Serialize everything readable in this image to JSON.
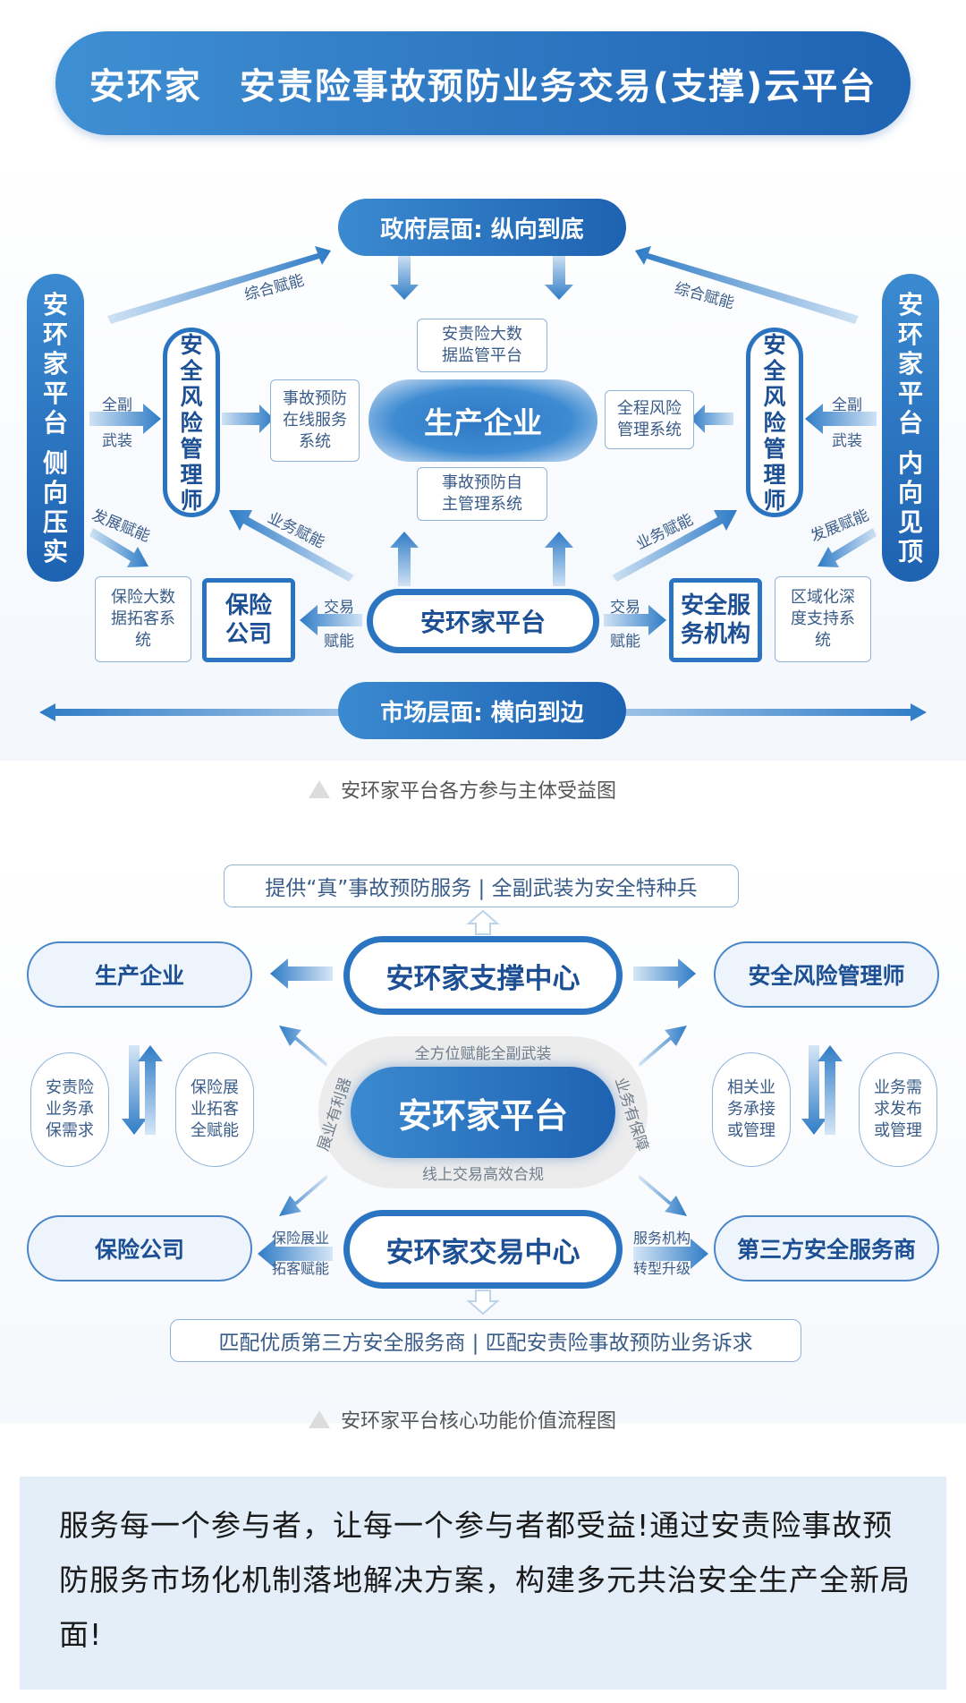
{
  "title": "安环家　安责险事故预防业务交易(支撑)云平台",
  "diagram1": {
    "gov": "政府层面: 纵向到底",
    "market": "市场层面: 横向到边",
    "center": "生产企业",
    "platform": "安环家平台",
    "left_bar": "安环家平台侧向压实",
    "right_bar": "安环家平台内向见顶",
    "left_mgr": "安全风险管理师",
    "right_mgr": "安全风险管理师",
    "box_top": "安责险大数据监管平台",
    "box_bottom": "事故预防自主管理系统",
    "box_left_mid": "事故预防在线服务系统",
    "box_right_mid": "全程风险管理系统",
    "box_left_low": "保险大数据拓客系统",
    "box_right_low": "区域化深度支持系统",
    "insurer": "保险公司",
    "service_org": "安全服务机构",
    "lbl_zonghe_l": "综合赋能",
    "lbl_zonghe_r": "综合赋能",
    "lbl_quanfu_l1": "全副",
    "lbl_quanfu_l2": "武装",
    "lbl_quanfu_r1": "全副",
    "lbl_quanfu_r2": "武装",
    "lbl_fazhan_l": "发展赋能",
    "lbl_fazhan_r": "发展赋能",
    "lbl_yewu_l": "业务赋能",
    "lbl_yewu_r": "业务赋能",
    "lbl_jiaoyi_l1": "交易",
    "lbl_jiaoyi_l2": "赋能",
    "lbl_jiaoyi_r1": "交易",
    "lbl_jiaoyi_r2": "赋能",
    "caption": "安环家平台各方参与主体受益图"
  },
  "diagram2": {
    "top_note": "提供“真”事故预防服务 | 全副武装为安全特种兵",
    "support_center": "安环家支撑中心",
    "trade_center": "安环家交易中心",
    "platform": "安环家平台",
    "ring_top": "全方位赋能全副武装",
    "ring_bottom": "线上交易高效合规",
    "ring_left": "展业有利器",
    "ring_right": "业务有保障",
    "enterprise": "生产企业",
    "risk_mgr": "安全风险管理师",
    "insurer": "保险公司",
    "third_party": "第三方安全服务商",
    "oval_l1": "安责险业务承保需求",
    "oval_l2": "保险展业拓客全赋能",
    "oval_r1": "相关业务承接或管理",
    "oval_r2": "业务需求发布或管理",
    "lbl_left1": "保险展业",
    "lbl_left2": "拓客赋能",
    "lbl_right1": "服务机构",
    "lbl_right2": "转型升级",
    "bottom_note": "匹配优质第三方安全服务商 | 匹配安责险事故预防业务诉求",
    "caption": "安环家平台核心功能价值流程图"
  },
  "footer_text": "服务每一个参与者，让每一个参与者都受益!通过安责险事故预防服务市场化机制落地解决方案，构建多元共治安全生产全新局面!",
  "colors": {
    "primary": "#1e62b2",
    "light": "#3b8ad0",
    "panel": "#e4eef8"
  }
}
